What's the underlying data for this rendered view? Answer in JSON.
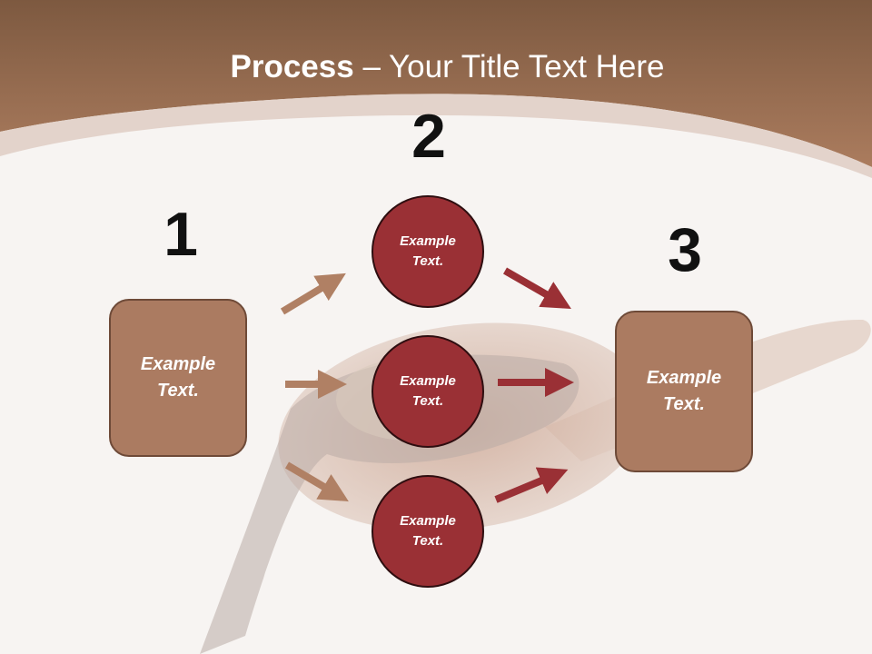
{
  "title": {
    "bold": "Process",
    "rest": " – Your Title Text Here"
  },
  "steps": [
    {
      "number": "1",
      "box_text": "Example Text."
    },
    {
      "number": "2",
      "circles": [
        "Example Text.",
        "Example Text.",
        "Example Text."
      ]
    },
    {
      "number": "3",
      "box_text": "Example Text."
    }
  ],
  "colors": {
    "header_brown": "#a97b5e",
    "box_fill": "#ab7b61",
    "circle_fill": "#9a3035",
    "arrow_light": "#b08064",
    "arrow_dark": "#9a3035"
  }
}
